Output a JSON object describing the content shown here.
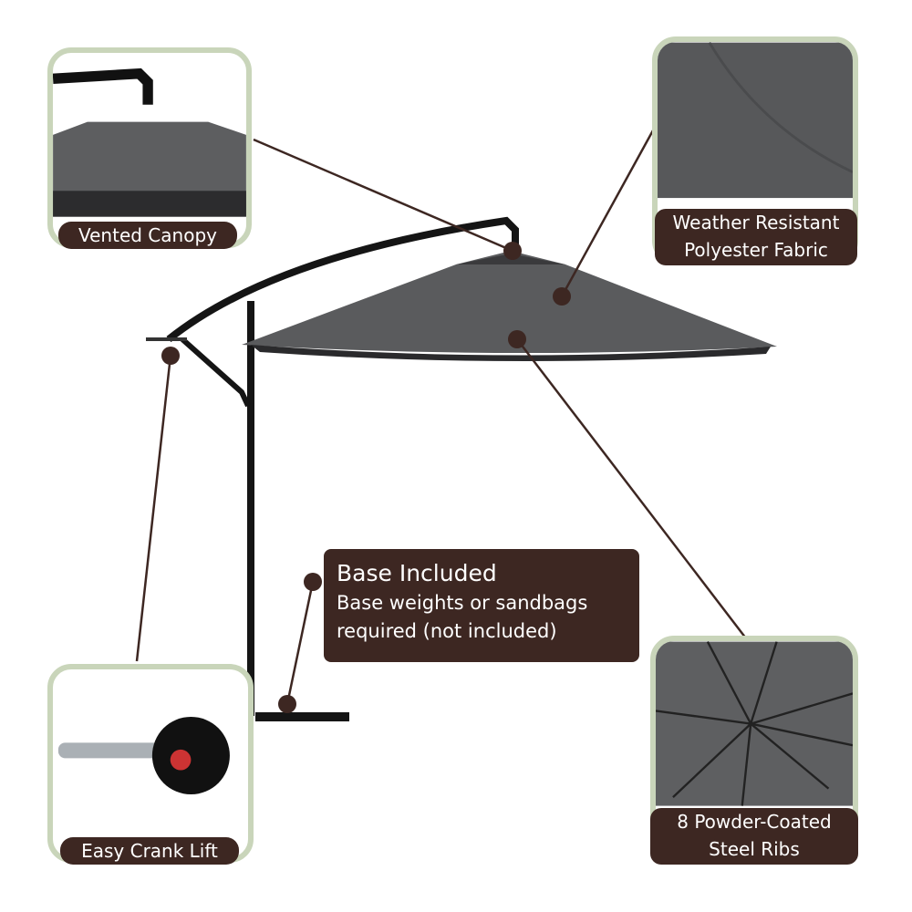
{
  "callouts": {
    "vented_canopy": "Vented Canopy",
    "fabric_line1": "Weather Resistant",
    "fabric_line2": "Polyester Fabric",
    "crank": "Easy Crank Lift",
    "ribs_line1": "8 Powder-Coated",
    "ribs_line2": "Steel Ribs",
    "base_title": "Base Included",
    "base_line1": "Base weights or sandbags",
    "base_line2": "required (not included)"
  },
  "colors": {
    "label_bg": "#3d2722",
    "frame": "#c9d5ba",
    "canopy": "#5a5b5d"
  }
}
